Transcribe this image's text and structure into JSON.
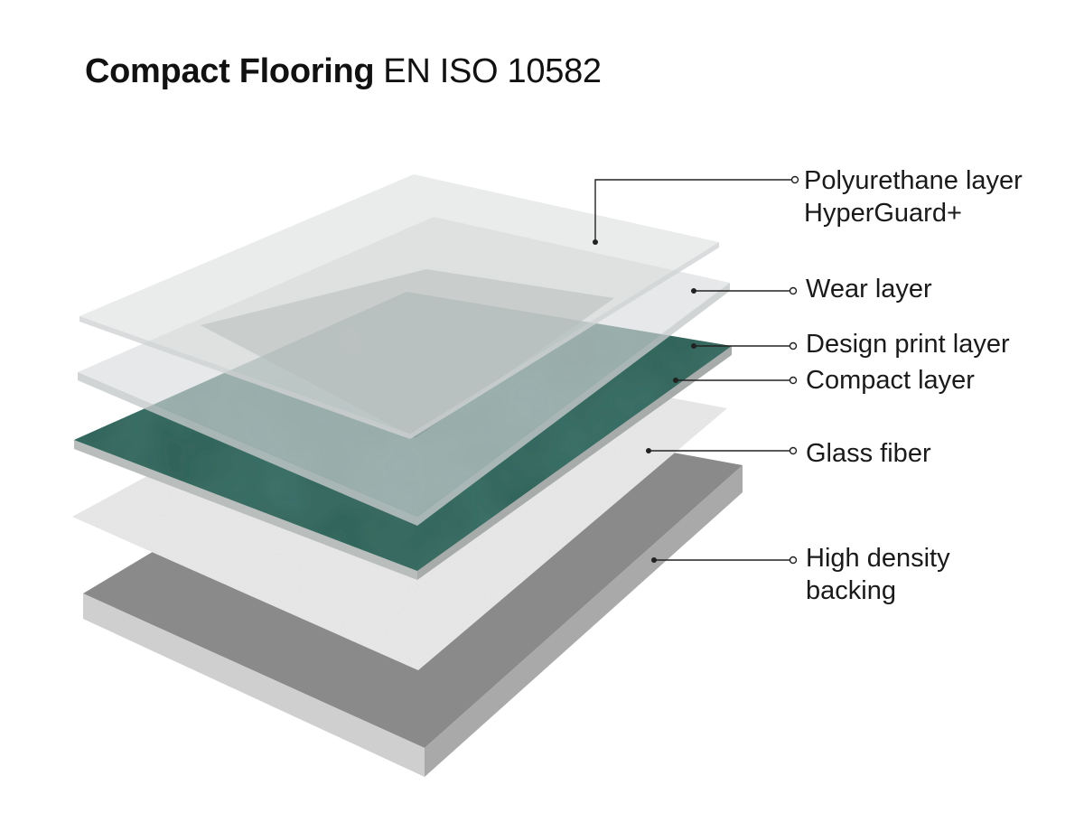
{
  "title": {
    "bold": "Compact Flooring",
    "regular": "EN ISO 10582"
  },
  "layers": [
    {
      "id": "polyurethane",
      "label_lines": [
        "Polyurethane layer",
        "HyperGuard+"
      ]
    },
    {
      "id": "wear",
      "label_lines": [
        "Wear layer"
      ]
    },
    {
      "id": "design-print",
      "label_lines": [
        "Design print layer"
      ]
    },
    {
      "id": "compact",
      "label_lines": [
        "Compact layer"
      ]
    },
    {
      "id": "glass-fiber",
      "label_lines": [
        "Glass fiber"
      ]
    },
    {
      "id": "backing",
      "label_lines": [
        "High density",
        "backing"
      ]
    }
  ],
  "colors": {
    "design_print": "#2e5e55",
    "backing_top": "#8a8a8a",
    "backing_left": "#cfcfcf",
    "backing_right": "#a9a9a9",
    "glass_fiber": "#ececec",
    "clear_layer": "#d8dadb",
    "leader_line": "#222222"
  }
}
